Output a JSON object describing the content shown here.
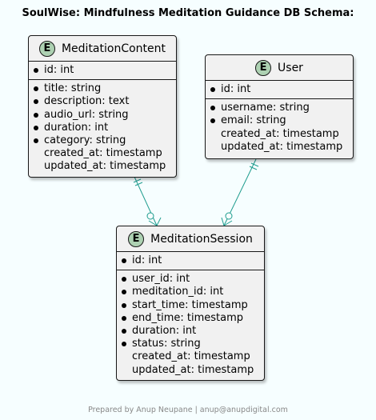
{
  "title": "SoulWise: Mindfulness Meditation Guidance DB Schema:",
  "entity_badge": "E",
  "colors": {
    "background": "#F6FEFF",
    "entity_fill": "#F1F1F1",
    "badge_fill": "#ADD1B2",
    "edge": "#1E9C8E",
    "border": "#181818"
  },
  "entities": {
    "meditation_content": {
      "name": "MeditationContent",
      "pk": [
        {
          "text": "id: int",
          "bullet": true
        }
      ],
      "fields": [
        {
          "text": "title: string",
          "bullet": true
        },
        {
          "text": "description: text",
          "bullet": true
        },
        {
          "text": "audio_url: string",
          "bullet": true
        },
        {
          "text": "duration: int",
          "bullet": true
        },
        {
          "text": "category: string",
          "bullet": true
        },
        {
          "text": "created_at: timestamp",
          "bullet": false
        },
        {
          "text": "updated_at: timestamp",
          "bullet": false
        }
      ]
    },
    "user": {
      "name": "User",
      "pk": [
        {
          "text": "id: int",
          "bullet": true
        }
      ],
      "fields": [
        {
          "text": "username: string",
          "bullet": true
        },
        {
          "text": "email: string",
          "bullet": true
        },
        {
          "text": "created_at: timestamp",
          "bullet": false
        },
        {
          "text": "updated_at: timestamp",
          "bullet": false
        }
      ]
    },
    "meditation_session": {
      "name": "MeditationSession",
      "pk": [
        {
          "text": "id: int",
          "bullet": true
        }
      ],
      "fields": [
        {
          "text": "user_id: int",
          "bullet": true
        },
        {
          "text": "meditation_id: int",
          "bullet": true
        },
        {
          "text": "start_time: timestamp",
          "bullet": true
        },
        {
          "text": "end_time: timestamp",
          "bullet": true
        },
        {
          "text": "duration: int",
          "bullet": true
        },
        {
          "text": "status: string",
          "bullet": true
        },
        {
          "text": "created_at: timestamp",
          "bullet": false
        },
        {
          "text": "updated_at: timestamp",
          "bullet": false
        }
      ]
    }
  },
  "relationships": [
    {
      "from": "meditation_content",
      "to": "meditation_session",
      "from_cardinality": "exactly-one",
      "to_cardinality": "zero-or-many"
    },
    {
      "from": "user",
      "to": "meditation_session",
      "from_cardinality": "exactly-one",
      "to_cardinality": "zero-or-many"
    }
  ],
  "footer": "Prepared by Anup Neupane | anup@anupdigital.com"
}
